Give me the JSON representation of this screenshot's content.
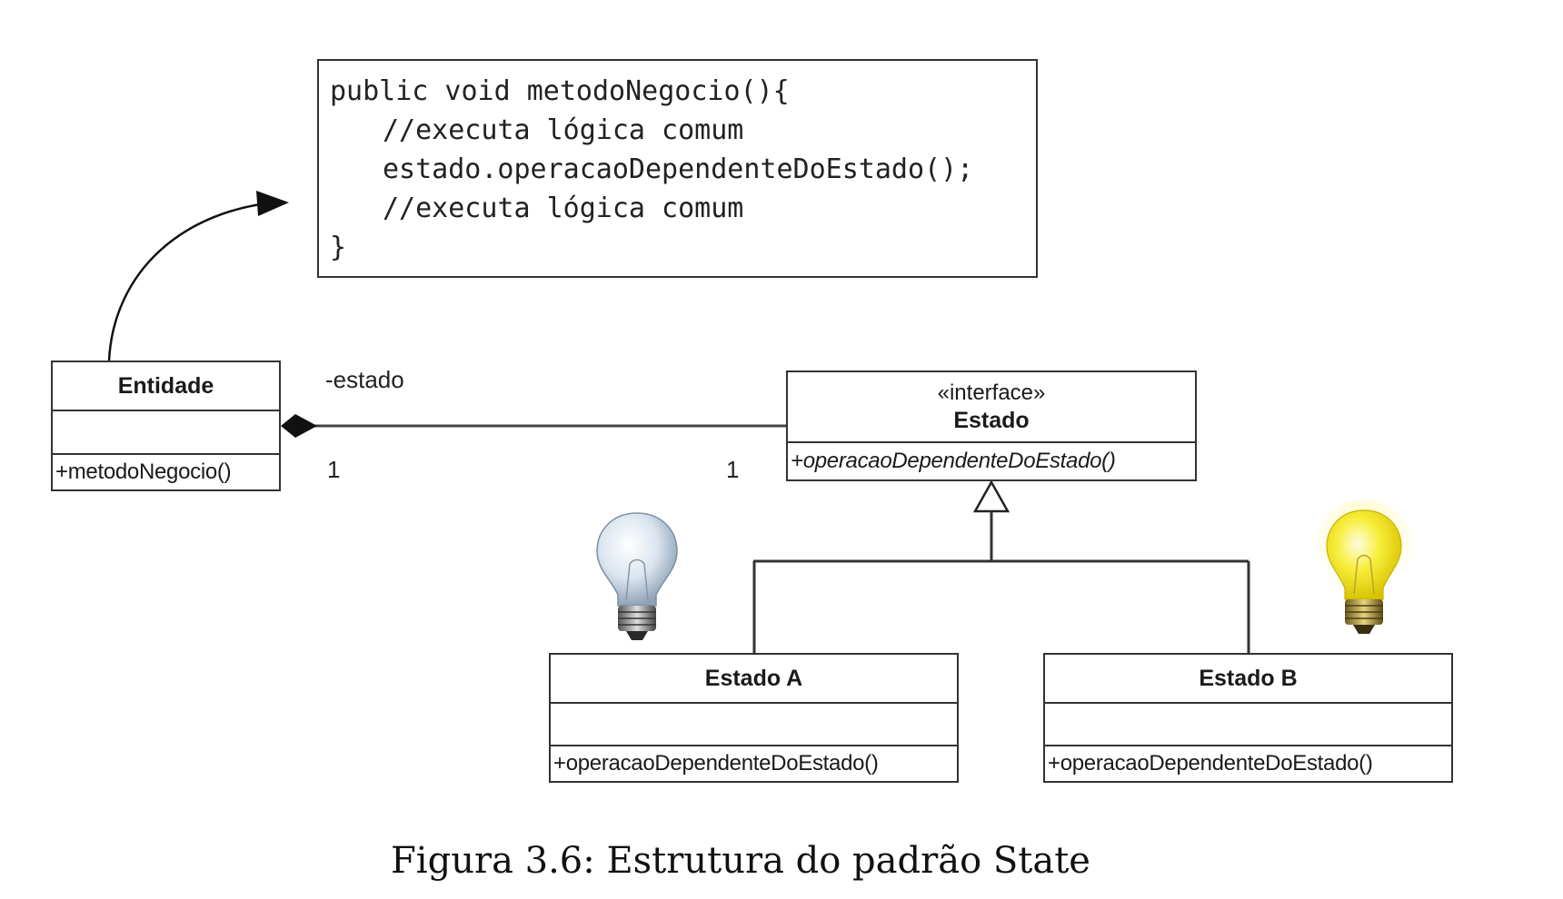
{
  "code": {
    "lines": [
      "public void metodoNegocio(){",
      "//executa lógica comum",
      "estado.operacaoDependenteDoEstado();",
      "//executa lógica comum",
      "}"
    ]
  },
  "classes": {
    "entidade": {
      "name": "Entidade",
      "operation": "+metodoNegocio()"
    },
    "estado": {
      "stereotype": "«interface»",
      "name": "Estado",
      "operation": "+operacaoDependenteDoEstado()"
    },
    "estado_a": {
      "name": "Estado A",
      "operation": "+operacaoDependenteDoEstado()"
    },
    "estado_b": {
      "name": "Estado B",
      "operation": "+operacaoDependenteDoEstado()"
    }
  },
  "association": {
    "role": "-estado",
    "multiplicity_left": "1",
    "multiplicity_right": "1"
  },
  "caption": "Figura 3.6: Estrutura do padrão State",
  "colors": {
    "bulb_off": "#c9d7e6",
    "bulb_on": "#f5e812"
  }
}
